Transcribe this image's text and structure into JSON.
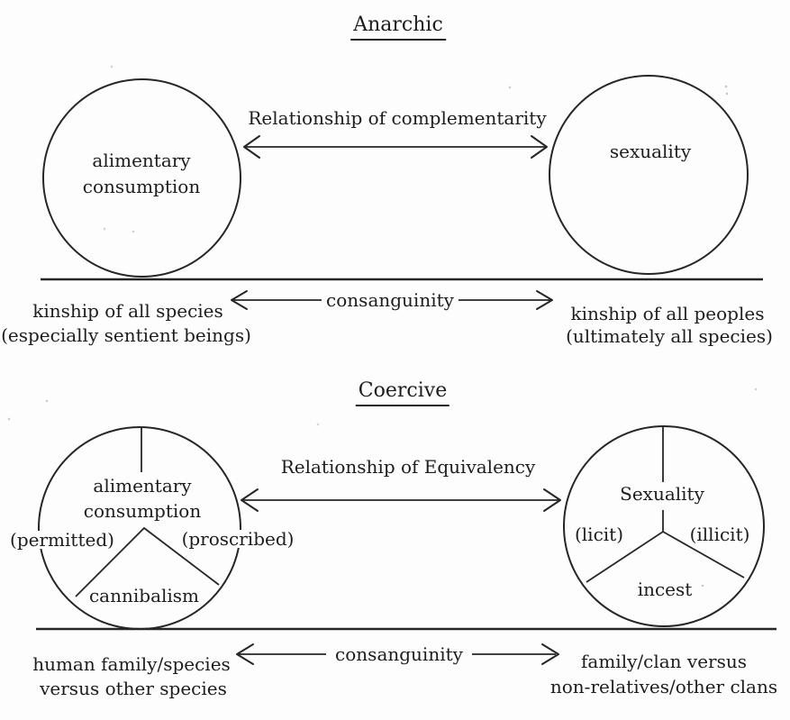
{
  "figure": {
    "colors": {
      "ink": "#1d1d1d",
      "background": "#fdfdfd"
    },
    "sections": {
      "anarchic": {
        "title": "Anarchic",
        "left_circle_label_1": "alimentary",
        "left_circle_label_2": "consumption",
        "right_circle_label": "sexuality",
        "relation_label": "Relationship of complementarity",
        "consanguinity_label": "consanguinity",
        "left_caption_1": "kinship of all species",
        "left_caption_2": "(especially sentient beings)",
        "right_caption_1": "kinship of all peoples",
        "right_caption_2": "(ultimately all species)"
      },
      "coercive": {
        "title": "Coercive",
        "left_circle_label_1": "alimentary",
        "left_circle_label_2": "consumption",
        "left_circle_sector_left": "(permitted)",
        "left_circle_sector_right": "(proscribed)",
        "left_circle_sector_bottom": "cannibalism",
        "right_circle_label": "Sexuality",
        "right_circle_sector_left": "(licit)",
        "right_circle_sector_right": "(illicit)",
        "right_circle_sector_bottom": "incest",
        "relation_label": "Relationship of Equivalency",
        "consanguinity_label": "consanguinity",
        "left_caption_1": "human family/species",
        "left_caption_2": "versus other species",
        "right_caption_1": "family/clan versus",
        "right_caption_2": "non-relatives/other clans"
      }
    }
  }
}
